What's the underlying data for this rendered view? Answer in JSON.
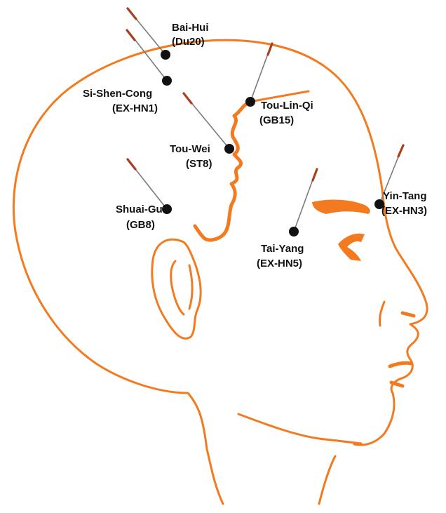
{
  "colors": {
    "outline": "#f47a20",
    "point": "#111111",
    "needle_shaft": "#7a7a7a",
    "needle_tip": "#a8401e"
  },
  "points": [
    {
      "id": "bai-hui",
      "name": "Bai-Hui",
      "code": "(Du20)"
    },
    {
      "id": "si-shen-cong",
      "name": "Si-Shen-Cong",
      "code": "(EX-HN1)"
    },
    {
      "id": "tou-lin-qi",
      "name": "Tou-Lin-Qi",
      "code": "(GB15)"
    },
    {
      "id": "tou-wei",
      "name": "Tou-Wei",
      "code": "(ST8)"
    },
    {
      "id": "shuai-gu",
      "name": "Shuai-Gu",
      "code": "(GB8)"
    },
    {
      "id": "tai-yang",
      "name": "Tai-Yang",
      "code": "(EX-HN5)"
    },
    {
      "id": "yin-tang",
      "name": "Yin-Tang",
      "code": "(EX-HN3)"
    }
  ]
}
